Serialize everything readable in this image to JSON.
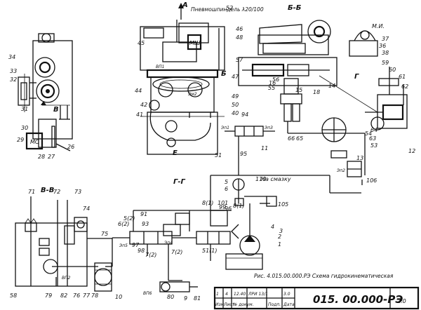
{
  "section_labels": {
    "bb": "Б-Б",
    "gg": "Г-Г",
    "vv": "В-В",
    "a": "А",
    "b": "Б",
    "v": "В",
    "g": "Г",
    "e": "Е"
  },
  "top_note": "Пневмошпиндель λ20/100",
  "callouts": {
    "c1": "1",
    "c2": "2",
    "c3": "3",
    "c4": "4",
    "c5": "5",
    "c6": "6",
    "c7": "7(2)",
    "c8": "8(1)",
    "c9": "9",
    "c10": "10",
    "c11": "11",
    "c12": "12",
    "c13": "13",
    "c14": "14",
    "c15": "15",
    "c16": "16",
    "c18": "18",
    "c26": "26",
    "c27": "27",
    "c28": "28",
    "c29": "29",
    "c30": "30",
    "c31": "31",
    "c32": "32",
    "c33": "33",
    "c34": "34",
    "c36": "36",
    "c37": "37",
    "c38": "38",
    "c40": "40",
    "c41": "41",
    "c42": "42",
    "c44": "44",
    "c45": "45",
    "c46": "46",
    "c47": "47",
    "c48": "48",
    "c49": "49",
    "c50": "50",
    "c51": "51",
    "c52": "52",
    "c53": "53",
    "c54": "54",
    "c55": "55",
    "c56": "56",
    "c57": "57",
    "c58": "58",
    "c59": "59",
    "c60": "60",
    "c61": "61",
    "c62": "62",
    "c63": "63",
    "c64": "64",
    "c65": "65",
    "c66": "66",
    "c71": "71",
    "c72": "72",
    "c73": "73",
    "c74": "74",
    "c75": "75",
    "c76": "76",
    "c77": "77",
    "c78": "78",
    "c79": "79",
    "c80": "80",
    "c81": "81",
    "c82": "82",
    "c91": "91",
    "c93": "93",
    "c94": "94",
    "c95": "95",
    "c96": "96",
    "c97": "97",
    "c98": "98",
    "c99": "99",
    "c101": "101",
    "c105": "105",
    "c106": "106",
    "c110": "110",
    "c8b": "8(1)",
    "c7b": "7(2)",
    "c5b": "5(2)",
    "c6b": "6(2)",
    "c51b": "51(1)"
  },
  "component_labels": {
    "mi": "М.И.",
    "mc": "МС",
    "msh": "МШ",
    "ep1": "Эп1",
    "ep3": "Эп3",
    "ep2": "Эп2",
    "ep5": "Эп5",
    "ep4": "Эп4",
    "em2": "Эм2",
    "vp1": "ВП1",
    "vp2": "ВП2",
    "vp6": "ВП6",
    "na_smazku": "На смазку"
  },
  "caption": "Рис. 4.015.00.000.РЭ Схема гидрокинематическая",
  "title_block": {
    "doc_code": "015. 00.000-РЭ",
    "sheet": "2.0",
    "row1": [
      "1",
      "4",
      "12.40",
      "ЛРИ 13/1",
      "3.0"
    ],
    "row2": [
      "Изм",
      "Лист",
      "№ докум.",
      "Подп.",
      "Дата"
    ]
  }
}
